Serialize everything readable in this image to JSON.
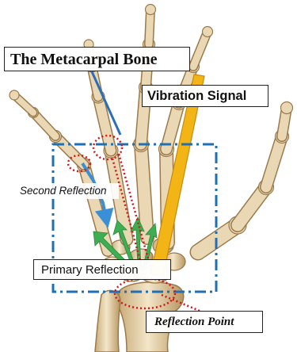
{
  "labels": {
    "metacarpal_bone": "The Metacarpal Bone",
    "vibration_signal": "Vibration Signal",
    "second_reflection": "Second Reflection",
    "primary_reflection": "Primary Reflection",
    "reflection_point": "Reflection Point"
  },
  "colors": {
    "signal_beam": "#f2b515",
    "signal_beam_edge": "#c98a0b",
    "primary_arrows": "#3fae52",
    "second_path": "#3a8fd6",
    "dashed_box": "#1f6fb5",
    "dotted_ellipse": "#d4161b",
    "bone_fill": "#ead8b4",
    "bone_stroke": "#9a7a4c",
    "bone_shadow": "#b48f5b"
  }
}
